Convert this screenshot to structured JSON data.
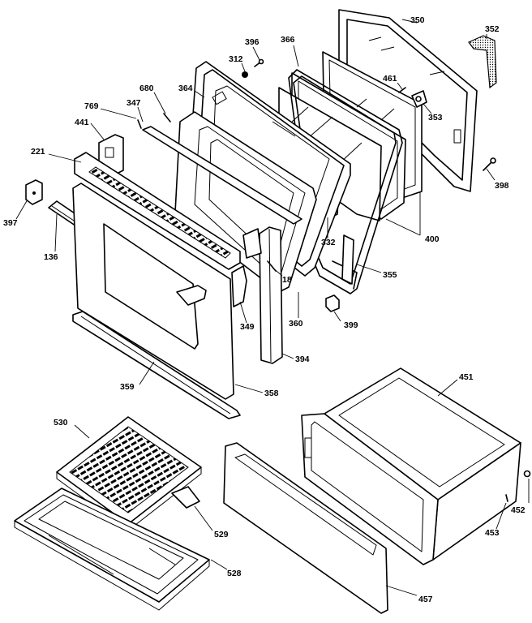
{
  "diagram": {
    "labels": {
      "l350": "350",
      "l352": "352",
      "l396": "396",
      "l366": "366",
      "l312": "312",
      "l461": "461",
      "l680": "680",
      "l364": "364",
      "l353": "353",
      "l769": "769",
      "l347": "347",
      "l441": "441",
      "l221": "221",
      "l398": "398",
      "l397": "397",
      "l332": "332",
      "l400": "400",
      "l136": "136",
      "l355": "355",
      "l18": "18",
      "l349": "349",
      "l360": "360",
      "l399": "399",
      "l394": "394",
      "l451": "451",
      "l359": "359",
      "l358": "358",
      "l530": "530",
      "l452": "452",
      "l529": "529",
      "l453": "453",
      "l528": "528",
      "l457": "457"
    }
  }
}
